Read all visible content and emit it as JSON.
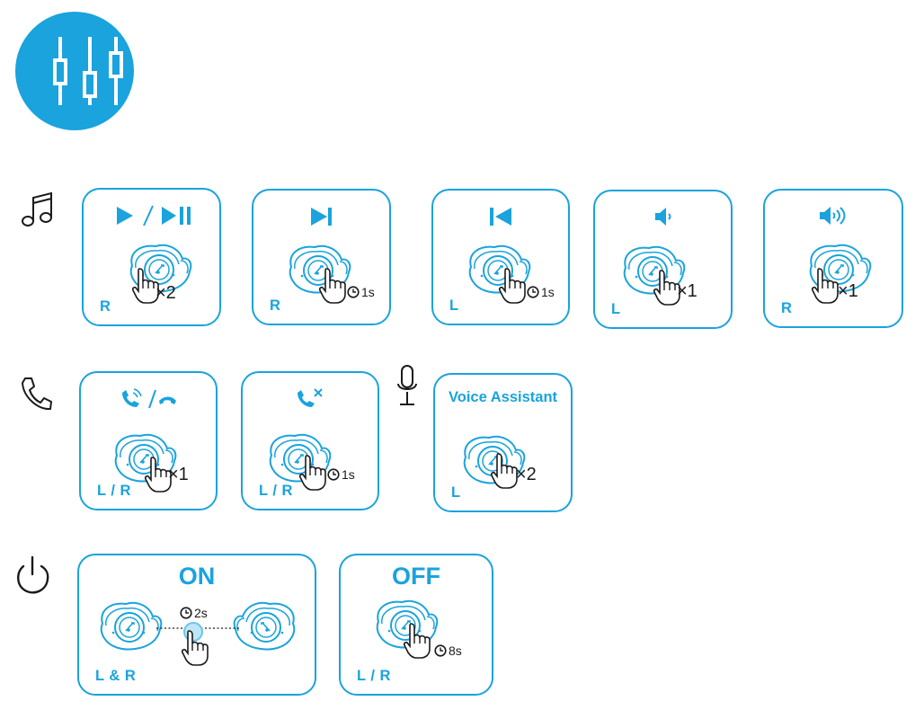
{
  "accent_color": "#1aa3dd",
  "header": {
    "icon": "equalizer-sliders-icon"
  },
  "sections": [
    {
      "icon": "music-note-icon"
    },
    {
      "icon": "phone-icon"
    },
    {
      "icon": "microphone-icon"
    },
    {
      "icon": "power-icon"
    }
  ],
  "cards": {
    "play_pause": {
      "icon": "play-pause-icon",
      "side": "R",
      "gesture": "×2"
    },
    "next_track": {
      "icon": "next-track-icon",
      "side": "R",
      "gesture": "1s"
    },
    "prev_track": {
      "icon": "previous-track-icon",
      "side": "L",
      "gesture": "1s"
    },
    "volume_down": {
      "icon": "volume-down-icon",
      "side": "L",
      "gesture": "×1"
    },
    "volume_up": {
      "icon": "volume-up-icon",
      "side": "R",
      "gesture": "×1"
    },
    "answer_end": {
      "icon": "answer-hang-up-icon",
      "side": "L / R",
      "gesture": "×1"
    },
    "reject": {
      "icon": "reject-call-icon",
      "side": "L / R",
      "gesture": "1s"
    },
    "voice_assistant": {
      "title": "Voice Assistant",
      "side": "L",
      "gesture": "×2"
    },
    "power_on": {
      "title": "ON",
      "side": "L & R",
      "gesture": "2s"
    },
    "power_off": {
      "title": "OFF",
      "side": "L / R",
      "gesture": "8s"
    }
  }
}
